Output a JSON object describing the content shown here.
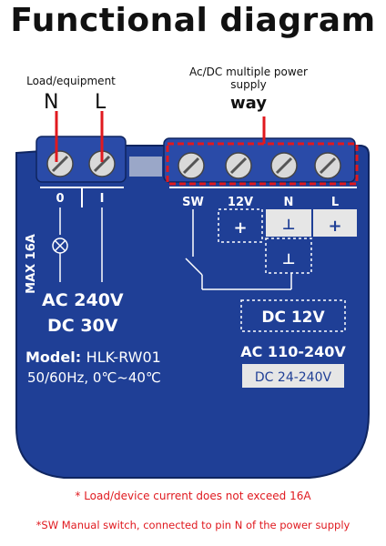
{
  "title": "Functional diagram",
  "labels": {
    "load": "Load/equipment",
    "n": "N",
    "l": "L",
    "power_supply": "Ac/DC multiple power supply",
    "way": "way"
  },
  "terminals": {
    "t0": "0",
    "t1": "I",
    "sw": "SW",
    "v12": "12V",
    "n": "N",
    "l": "L",
    "plus": "+",
    "ground": "⊥"
  },
  "module": {
    "max": "MAX 16A",
    "ac": "AC 240V",
    "dc": "DC 30V",
    "model_label": "Model",
    "model_value": "HLK-RW01",
    "spec": "50/60Hz, 0℃~40℃",
    "dc12": "DC 12V",
    "ac_range": "AC 110-240V",
    "dc_range": "DC 24-240V"
  },
  "notes": {
    "n1": "* Load/device current does not exceed 16A",
    "n2": "*SW Manual switch, connected to pin N of the power supply"
  },
  "colors": {
    "module_blue": "#1f3f96",
    "red": "#e0191f"
  }
}
